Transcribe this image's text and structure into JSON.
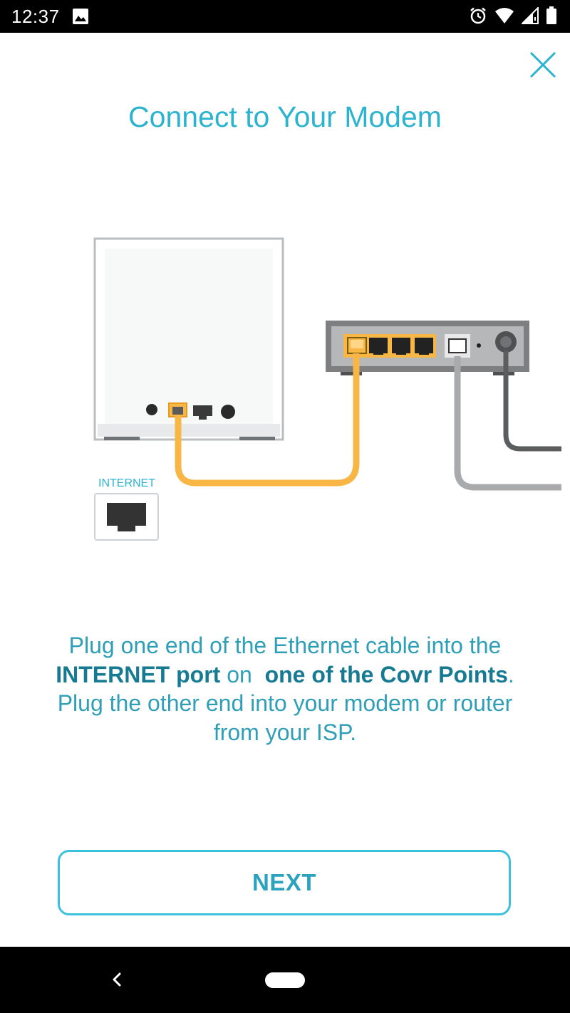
{
  "status_bar": {
    "time": "12:37",
    "icons": [
      "gallery-icon",
      "alarm-icon",
      "wifi-icon",
      "signal-icon",
      "battery-icon"
    ]
  },
  "header": {
    "title": "Connect to Your Modem",
    "close_icon": "close-icon"
  },
  "illustration": {
    "port_label": "INTERNET",
    "cable_color": "#f8b745"
  },
  "instructions": {
    "line1": "Plug one end of the Ethernet cable into the",
    "line2_bold1": "INTERNET port",
    "line2_mid": " on  ",
    "line2_bold2": "one of the Covr Points",
    "line2_end": ".",
    "line3": "Plug the other end into your modem or router",
    "line4": "from your ISP."
  },
  "actions": {
    "next_label": "NEXT"
  },
  "nav_bar": {
    "back_icon": "back-icon",
    "home_icon": "home-pill-icon"
  },
  "colors": {
    "accent": "#2bb3cf",
    "button_border": "#3cc1dc",
    "bold_text": "#157a92"
  }
}
